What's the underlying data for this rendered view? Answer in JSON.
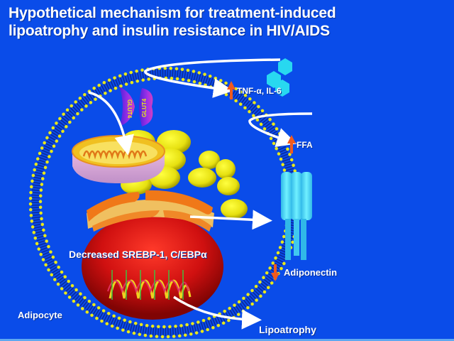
{
  "slide": {
    "title_line1": "Hypothetical mechanism for treatment-induced",
    "title_line2": "lipoatrophy and insulin resistance in HIV/AIDS"
  },
  "labels": {
    "glut4_left": "GLUT4",
    "glut4_right": "GLUT4",
    "tnf_il6": "TNF-α, IL-6",
    "ffa": "FFA",
    "srebp": "Decreased SREBP-1, C/EBPα",
    "adiponectin": "Adiponectin",
    "adipocyte": "Adipocyte",
    "lipoatrophy": "Lipoatrophy"
  },
  "indicators": {
    "tnf_il6": "increase",
    "ffa": "increase",
    "adiponectin": "decrease"
  },
  "colors": {
    "background": "#0a4ce9",
    "arrow": "#ffffff",
    "up_down_arrow": "#f05a1e",
    "membrane_head": "#e8e81a",
    "membrane_tail": "#0a2a9a",
    "lipid_droplet": "#e0e010",
    "nucleus": "#c80c0c",
    "adiponectin_receptor": "#3ad8f0",
    "cytokine": "#20d0f0",
    "glut4": "#9a28e8"
  }
}
